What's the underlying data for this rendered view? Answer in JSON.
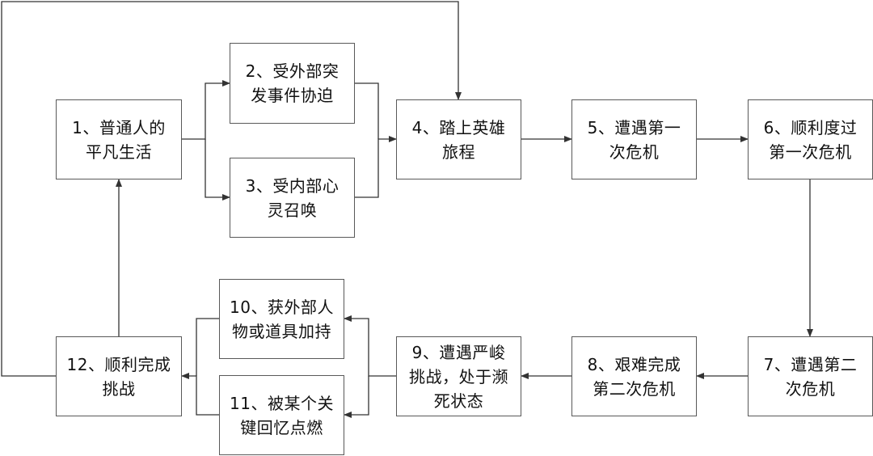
{
  "diagram": {
    "edge_color": "#333333",
    "nodes": {
      "n1": {
        "label": "1、普通人的\n平凡生活"
      },
      "n2": {
        "label": "2、受外部突\n发事件协迫"
      },
      "n3": {
        "label": "3、受内部心\n灵召唤"
      },
      "n4": {
        "label": "4、踏上英雄\n旅程"
      },
      "n5": {
        "label": "5、遭遇第一\n次危机"
      },
      "n6": {
        "label": "6、顺利度过\n第一次危机"
      },
      "n7": {
        "label": "7、遭遇第二\n次危机"
      },
      "n8": {
        "label": "8、艰难完成\n第二次危机"
      },
      "n9": {
        "label": "9、遭遇严峻\n挑战，处于濒\n死状态"
      },
      "n10": {
        "label": "10、获外部人\n物或道具加持"
      },
      "n11": {
        "label": "11、被某个关\n键回忆点燃"
      },
      "n12": {
        "label": "12、顺利完成\n挑战"
      }
    }
  }
}
